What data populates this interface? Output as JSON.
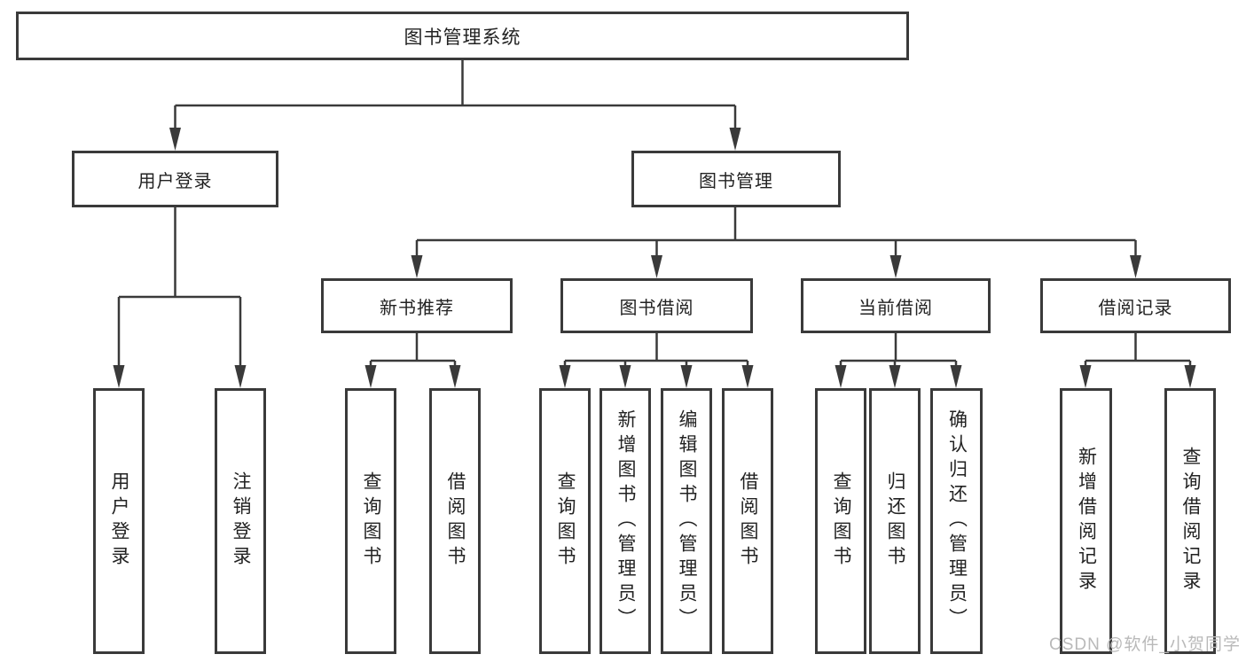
{
  "diagram_type": "function-structure-tree",
  "tree": {
    "label": "图书管理系统",
    "children": [
      {
        "label": "用户登录",
        "children": [
          {
            "label": "用户登录"
          },
          {
            "label": "注销登录"
          }
        ]
      },
      {
        "label": "图书管理",
        "children": [
          {
            "label": "新书推荐",
            "children": [
              {
                "label": "查询图书"
              },
              {
                "label": "借阅图书"
              }
            ]
          },
          {
            "label": "图书借阅",
            "children": [
              {
                "label": "查询图书"
              },
              {
                "label": "新增图书（管理员）"
              },
              {
                "label": "编辑图书（管理员）"
              },
              {
                "label": "借阅图书"
              }
            ]
          },
          {
            "label": "当前借阅",
            "children": [
              {
                "label": "查询图书"
              },
              {
                "label": "归还图书"
              },
              {
                "label": "确认归还（管理员）"
              }
            ]
          },
          {
            "label": "借阅记录",
            "children": [
              {
                "label": "新增借阅记录"
              },
              {
                "label": "查询借阅记录"
              }
            ]
          }
        ]
      }
    ]
  },
  "watermark": {
    "text": "CSDN @软件_小贺同学",
    "color": "#b9b9b9"
  },
  "colors": {
    "line": "#3a3a3a",
    "box_border": "#3a3a3a",
    "text": "#222222",
    "background": "#ffffff"
  }
}
